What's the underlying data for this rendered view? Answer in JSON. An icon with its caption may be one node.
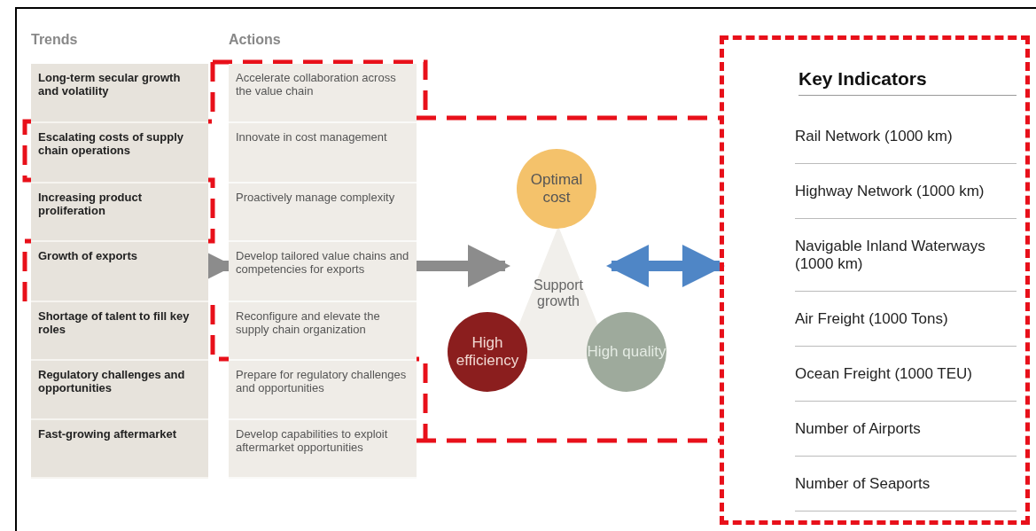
{
  "diagram": {
    "nodes": [
      {
        "text": [
          "Trends"
        ]
      },
      {
        "text": [
          "Long-term secular growth and volatility"
        ],
        "in": 0
      },
      {
        "text": [
          "Escalating costs of supply chain operations"
        ],
        "in": 0
      },
      {
        "text": [
          "Increasing product proliferation"
        ],
        "in": 0
      },
      {
        "text": [
          "Growth of exports"
        ],
        "in": 0
      },
      {
        "text": [
          "Shortage of talent to fill key roles"
        ],
        "in": 0
      },
      {
        "text": [
          "Regulatory challenges and opportunities"
        ],
        "in": 0
      },
      {
        "text": [
          "Fast-growing aftermarket"
        ],
        "in": 0
      },
      {
        "text": [
          "Actions"
        ]
      },
      {
        "text": [
          "Accelerate collaboration across the value chain"
        ],
        "in": 8
      },
      {
        "text": [
          "Innovate in cost management"
        ],
        "in": 8
      },
      {
        "text": [
          "Proactively manage complexity"
        ],
        "in": 8
      },
      {
        "text": [
          "Develop tailored value chains and competencies for exports"
        ],
        "in": 8
      },
      {
        "text": [
          "Reconfigure and elevate the supply chain organization"
        ],
        "in": 8
      },
      {
        "text": [
          "Prepare for regulatory challenges and opportunities"
        ],
        "in": 8
      },
      {
        "text": [
          "Develop capabilities to exploit aftermarket opportunities"
        ],
        "in": 8
      },
      {
        "text": [
          "Support growth"
        ]
      },
      {
        "text": [
          "Optimal cost"
        ]
      },
      {
        "text": [
          "High efficiency"
        ]
      },
      {
        "text": [
          "High quality"
        ]
      },
      {
        "text": [
          "Key Indicators"
        ]
      },
      {
        "text": [
          "Rail Network (1000 km)"
        ],
        "in": 20
      },
      {
        "text": [
          "Highway Network (1000 km)"
        ],
        "in": 20
      },
      {
        "text": [
          "Navigable Inland Waterways (1000 km)"
        ],
        "in": 20
      },
      {
        "text": [
          "Air Freight (1000 Tons)"
        ],
        "in": 20
      },
      {
        "text": [
          "Ocean Freight (1000 TEU)"
        ],
        "in": 20
      },
      {
        "text": [
          "Number of Airports"
        ],
        "in": 20
      },
      {
        "text": [
          "Number of Seaports"
        ],
        "in": 20
      }
    ],
    "edges": [
      {
        "from": 0,
        "to": 8,
        "arrow": "to",
        "color": "#8c8c8c"
      },
      {
        "from": 8,
        "to": 16,
        "arrow": "to",
        "color": "#8c8c8c"
      },
      {
        "from": 16,
        "to": 20,
        "arrow": "both",
        "color": "#4f86c6"
      },
      {
        "from": 9,
        "to": 20,
        "arrow": "none",
        "style": "dashed",
        "color": "#e8101a"
      },
      {
        "from": 15,
        "to": 20,
        "arrow": "none",
        "style": "dashed",
        "color": "#e8101a"
      }
    ]
  }
}
